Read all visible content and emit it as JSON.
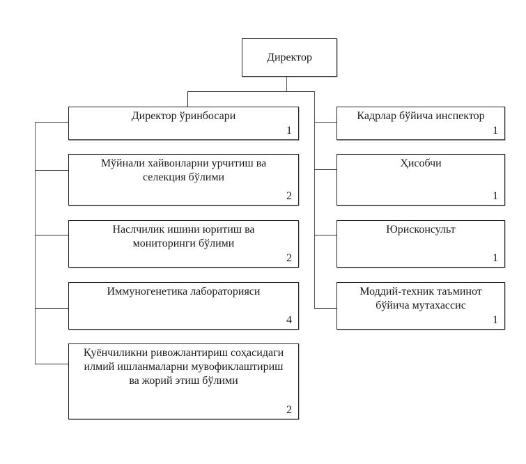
{
  "director": {
    "title": "Директор"
  },
  "left_units": [
    {
      "title": "Директор ўринбосари",
      "count": "1"
    },
    {
      "title": "Мўйнали хайвонларни урчитиш ва селекция бўлими",
      "count": "2"
    },
    {
      "title": "Наслчилик ишини юритиш ва мониторинги бўлими",
      "count": "2"
    },
    {
      "title": "Иммуногенетика лабораторияси",
      "count": "4"
    },
    {
      "title": "Қуёнчиликни ривожлантириш соҳасидаги илмий ишланмаларни мувофиклаштириш ва жорий этиш бўлими",
      "count": "2"
    }
  ],
  "right_units": [
    {
      "title": "Кадрлар бўйича инспектор",
      "count": "1"
    },
    {
      "title": "Ҳисобчи",
      "count": "1"
    },
    {
      "title": "Юрисконсульт",
      "count": "1"
    },
    {
      "title": "Моддий-техник таъминот бўйича мутахассис",
      "count": "1"
    }
  ]
}
